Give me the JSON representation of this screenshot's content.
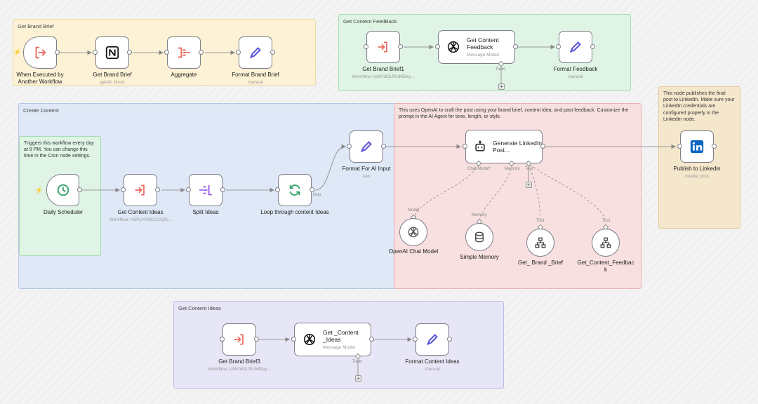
{
  "stickies": {
    "brand_brief": "Get Brand Brief",
    "content_feedback": "Get Content FeedBack",
    "create_content": "Create Content",
    "scheduler_note": "Triggers this workflow every day at 9 PM. You can change this time in the Cron node settings.",
    "openai_note": "This uses OpenAI to craft the post using your brand brief, content idea, and past feedback. Customize the prompt in the AI Agent for tone, length, or style.",
    "linkedin_note": "This node publishes the final post to LinkedIn. Make sure your LinkedIn credentials are configured properly in the LinkedIn node.",
    "content_ideas": "Get Content Ideas"
  },
  "nodes": {
    "when_executed": {
      "label": "When Executed by Another Workflow"
    },
    "get_brand_brief": {
      "label": "Get Brand Brief",
      "sub": "getAll: block"
    },
    "aggregate": {
      "label": "Aggregate"
    },
    "format_brand_brief": {
      "label": "Format Brand Brief",
      "sub": "manual"
    },
    "get_brand_brief1": {
      "label": "Get Brand Brief1",
      "sub": "Workflow: UbKh82LfKoMDey..."
    },
    "get_content_feedback": {
      "title": "Get Content Feedback",
      "sub": "Message Model"
    },
    "format_feedback": {
      "label": "Format Feedback",
      "sub": "manual"
    },
    "daily_scheduler": {
      "label": "Daily Scheduler"
    },
    "get_content_ideas": {
      "label": "Get Content Ideas",
      "sub": "Workflow: N5PyYK0ECISQR..."
    },
    "split_ideas": {
      "label": "Split Ideas"
    },
    "loop": {
      "label": "Loop through content Ideas",
      "port": "loop"
    },
    "format_ai_input": {
      "label": "Format For AI Input",
      "sub": "raw"
    },
    "generate_post": {
      "title": "Generate LinkedIn Post..."
    },
    "publish_linkedin": {
      "label": "Publish to Linkedin",
      "sub": "create: post"
    },
    "openai_chat": {
      "label": "OpenAI Chat Model"
    },
    "simple_memory": {
      "label": "Simple Memory"
    },
    "get_brand_brief_tool": {
      "label": "Get_ Brand _Brief"
    },
    "get_content_feedback_tool": {
      "label": "Get_Content_Feedback"
    },
    "get_brand_brief3": {
      "label": "Get Brand Brief3",
      "sub": "Workflow: UbKh82LfKoMDey..."
    },
    "get_content_ideas_llm": {
      "title": "Get _Content _Ideas",
      "sub": "Message Model"
    },
    "format_content_ideas": {
      "label": "Format Content Ideas",
      "sub": "manual"
    }
  },
  "port_labels": {
    "tools": "Tools",
    "chat_model": "Chat Model*",
    "memory": "Memory",
    "tool": "Tool",
    "model": "Model"
  },
  "colors": {
    "execute_icon": "#e8665c",
    "aggregate_icon": "#e8665c",
    "set_icon": "#5a55d6",
    "split_icon": "#9b5de5",
    "loop_icon": "#35a26b",
    "schedule_icon": "#35a26b",
    "linkedin": "#0a66c2"
  }
}
